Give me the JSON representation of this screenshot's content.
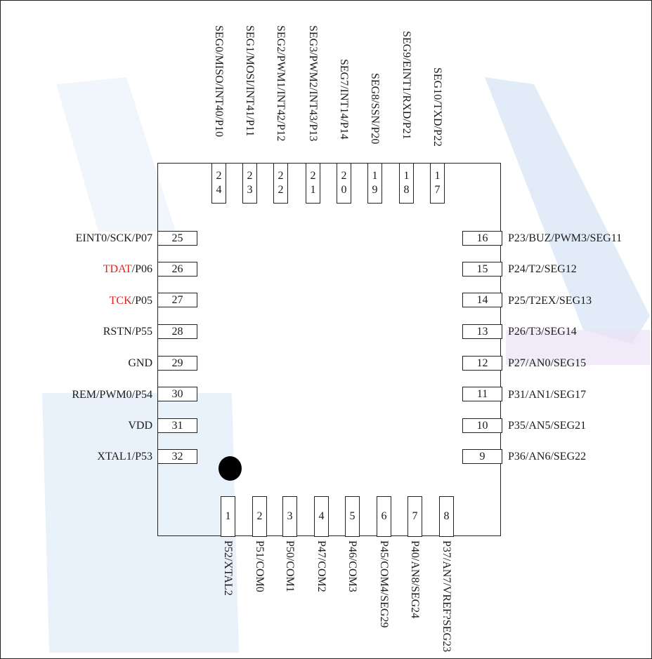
{
  "left_pins": [
    {
      "num": "25",
      "label": "EINT0/SCK/P07"
    },
    {
      "num": "26",
      "label_red": "TDAT",
      "label_rest": "/P06"
    },
    {
      "num": "27",
      "label_red": "TCK",
      "label_rest": "/P05"
    },
    {
      "num": "28",
      "label": "RSTN/P55"
    },
    {
      "num": "29",
      "label": "GND"
    },
    {
      "num": "30",
      "label": "REM/PWM0/P54"
    },
    {
      "num": "31",
      "label": "VDD"
    },
    {
      "num": "32",
      "label": "XTAL1/P53"
    }
  ],
  "right_pins": [
    {
      "num": "16",
      "label": "P23/BUZ/PWM3/SEG11"
    },
    {
      "num": "15",
      "label": "P24/T2/SEG12"
    },
    {
      "num": "14",
      "label": "P25/T2EX/SEG13"
    },
    {
      "num": "13",
      "label": "P26/T3/SEG14"
    },
    {
      "num": "12",
      "label": "P27/AN0/SEG15"
    },
    {
      "num": "11",
      "label": "P31/AN1/SEG17"
    },
    {
      "num": "10",
      "label": "P35/AN5/SEG21"
    },
    {
      "num": "9",
      "label": "P36/AN6/SEG22"
    }
  ],
  "top_pins": [
    {
      "d1": "2",
      "d2": "4",
      "label": "SEG0/MISO/INT40/P10"
    },
    {
      "d1": "2",
      "d2": "3",
      "label": "SEG1/MOSI/INT41/P11"
    },
    {
      "d1": "2",
      "d2": "2",
      "label": "SEG2/PWM1/INT42/P12"
    },
    {
      "d1": "2",
      "d2": "1",
      "label": "SEG3/PWM2/INT43/P13"
    },
    {
      "d1": "2",
      "d2": "0",
      "label": "SEG7/INT14/P14"
    },
    {
      "d1": "1",
      "d2": "9",
      "label": "SEG8/SSN/P20"
    },
    {
      "d1": "1",
      "d2": "8",
      "label": "SEG9/EINT1/RXD/P21"
    },
    {
      "d1": "1",
      "d2": "7",
      "label": "SEG10/TXD/P22"
    }
  ],
  "bottom_pins": [
    {
      "num": "1",
      "label": "P52/XTAL2"
    },
    {
      "num": "2",
      "label": "P51/COM0"
    },
    {
      "num": "3",
      "label": "P50/COM1"
    },
    {
      "num": "4",
      "label": "P47/COM2"
    },
    {
      "num": "5",
      "label": "P46/COM3"
    },
    {
      "num": "6",
      "label": "P45/COM4/SEG29"
    },
    {
      "num": "7",
      "label": "P40/AN8/SEG24"
    },
    {
      "num": "8",
      "label": "P37/AN7/VREF?SEG23"
    }
  ],
  "colors": {
    "highlight": "#e0201c",
    "watermark": "#d7e8f7"
  }
}
